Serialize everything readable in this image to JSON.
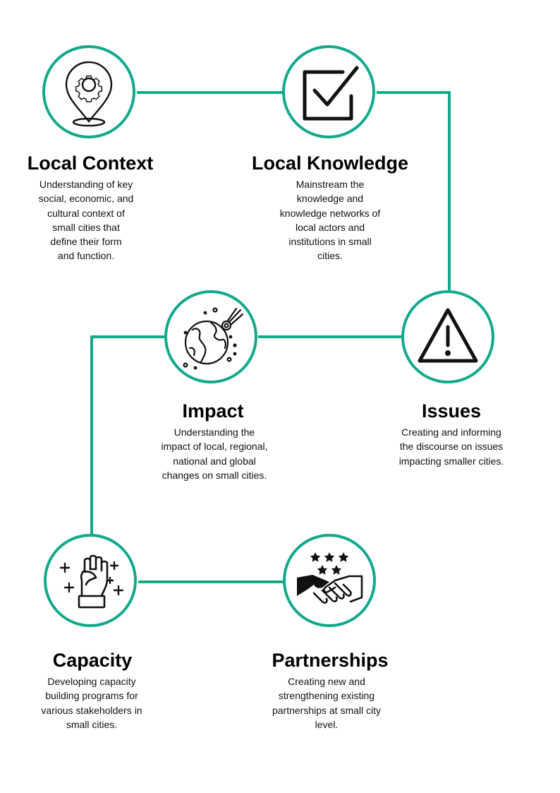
{
  "accent_color": "#12a98a",
  "nodes": {
    "local_context": {
      "icon": "gear-location-pin-icon",
      "title": "Local Context",
      "lines": [
        "Understanding of key",
        "social, economic, and",
        "cultural context of",
        "small cities that",
        "define their form",
        "and function."
      ]
    },
    "local_knowledge": {
      "icon": "checkbox-icon",
      "title": "Local Knowledge",
      "lines": [
        "Mainstream the",
        "knowledge and",
        "knowledge networks of",
        "local actors and",
        "institutions in small",
        "cities."
      ]
    },
    "impact": {
      "icon": "globe-meteor-icon",
      "title": "Impact",
      "lines": [
        "Understanding the",
        "impact of local, regional,",
        "national and global",
        "changes on small cities."
      ]
    },
    "issues": {
      "icon": "warning-triangle-icon",
      "title": "Issues",
      "lines": [
        "Creating and informing",
        "the discourse on issues",
        "impacting smaller cities."
      ]
    },
    "capacity": {
      "icon": "raised-fist-icon",
      "title": "Capacity",
      "lines": [
        "Developing capacity",
        "building programs for",
        "various stakeholders in",
        "small cities."
      ]
    },
    "partnerships": {
      "icon": "handshake-stars-icon",
      "title": "Partnerships",
      "lines": [
        "Creating new and",
        "strengthening existing",
        "partnerships at small city",
        "level."
      ]
    }
  }
}
